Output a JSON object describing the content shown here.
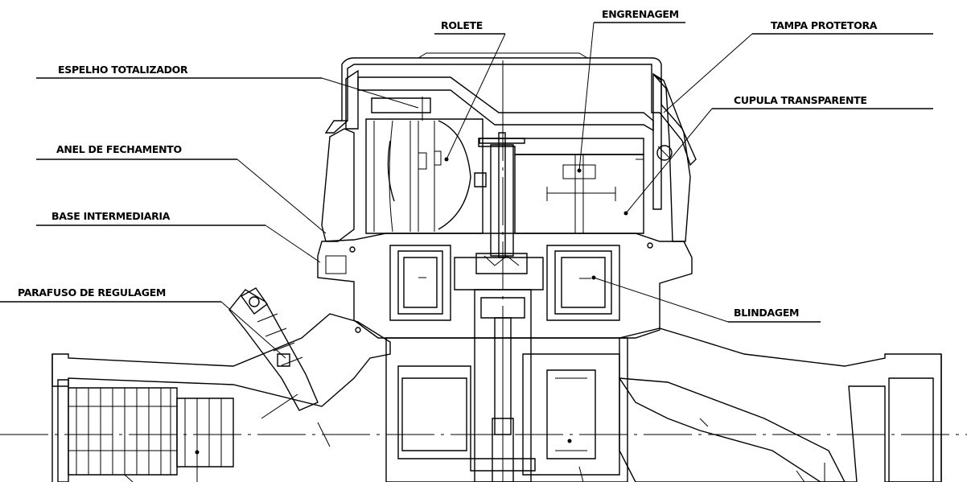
{
  "labels": {
    "rolete": "ROLETE",
    "engrenagem": "ENGRENAGEM",
    "tampa_protetora": "TAMPA PROTETORA",
    "espelho_totalizador": "ESPELHO TOTALIZADOR",
    "cupula_transparente": "CUPULA TRANSPARENTE",
    "anel_de_fechamento": "ANEL DE FECHAMENTO",
    "base_intermediaria": "BASE INTERMEDIARIA",
    "parafuso_de_regulagem": "PARAFUSO DE REGULAGEM",
    "blindagem": "BLINDAGEM"
  },
  "colors": {
    "line": "#000000",
    "background": "#ffffff"
  },
  "hatch_regions": [
    "cover-left-wall",
    "cover-right-wall",
    "cover-top",
    "intermediate-base",
    "body-left-pipe",
    "body-right-pipe",
    "lower-body",
    "left-connector",
    "right-connector",
    "adjust-screw-body",
    "counter-plate",
    "gear-rail",
    "spindle-housing",
    "lower-spindle"
  ]
}
